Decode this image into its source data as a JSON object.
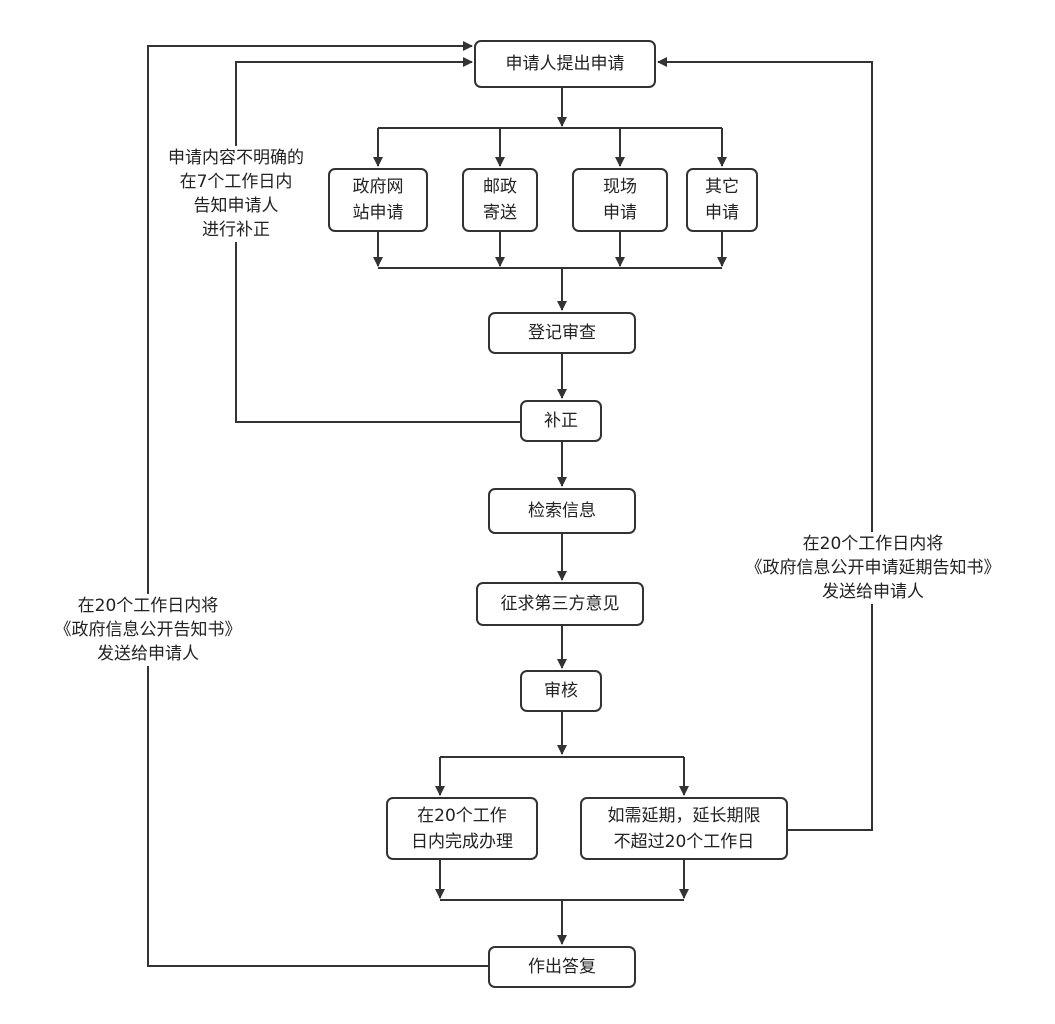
{
  "nodes": {
    "apply": "申请人提出申请",
    "website": "政府网\n站申请",
    "mail": "邮政\n寄送",
    "onsite": "现场\n申请",
    "other": "其它\n申请",
    "register": "登记审查",
    "supplement": "补正",
    "search": "检索信息",
    "third_party": "征求第三方意见",
    "review": "审核",
    "complete": "在20个工作\n日内完成办理",
    "extend": "如需延期，延长期限\n不超过20个工作日",
    "reply": "作出答复"
  },
  "notes": {
    "supplement_note": "申请内容不明确的\n在7个工作日内\n告知申请人\n进行补正",
    "disclosure_note": "在20个工作日内将\n《政府信息公开告知书》\n发送给申请人",
    "extension_note": "在20个工作日内将\n《政府信息公开申请延期告知书》\n发送给申请人"
  }
}
